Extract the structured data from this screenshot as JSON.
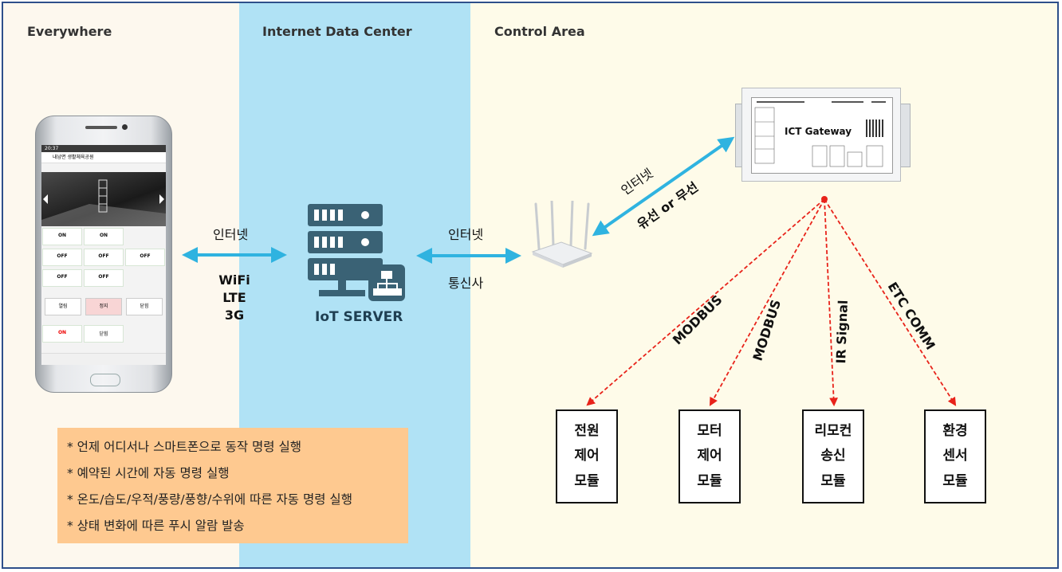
{
  "zones": {
    "everywhere": "Everywhere",
    "idc": "Internet Data Center",
    "control": "Control Area"
  },
  "links": {
    "phone_server_top": "인터넷",
    "phone_server_bottom": [
      "WiFi",
      "LTE",
      "3G"
    ],
    "server_router_top": "인터넷",
    "server_router_bottom": "통신사",
    "router_gateway_top": "인터넷",
    "router_gateway_bottom": "유선 or 무선"
  },
  "server_label": "IoT SERVER",
  "gateway": {
    "title": "ICT Gateway"
  },
  "protocols": [
    "MODBUS",
    "MODBUS",
    "IR Signal",
    "ETC COMM"
  ],
  "modules": [
    {
      "lines": [
        "전원",
        "제어",
        "모듈"
      ]
    },
    {
      "lines": [
        "모터",
        "제어",
        "모듈"
      ]
    },
    {
      "lines": [
        "리모컨",
        "송신",
        "모듈"
      ]
    },
    {
      "lines": [
        "환경",
        "센서",
        "모듈"
      ]
    }
  ],
  "notes": [
    "* 언제 어디서나 스마트폰으로 동작 명령 실행",
    "* 예약된 시간에 자동 명령 실행",
    "* 온도/습도/우적/풍량/풍향/수위에 따른 자동 명령 실행",
    "* 상태 변화에 따른 푸시 알람 발송"
  ],
  "phone_app": {
    "time": "20:37",
    "title": "내남면 생활체육공원",
    "btn_on": "ON",
    "btn_off": "OFF",
    "btn_open": "열림",
    "btn_stop": "정지",
    "btn_close": "닫힘"
  },
  "colors": {
    "idc_band": "#b0e2f5",
    "arrow_blue": "#2fb3e0",
    "arrow_red": "#e8231a",
    "note_bg": "#fec990"
  }
}
